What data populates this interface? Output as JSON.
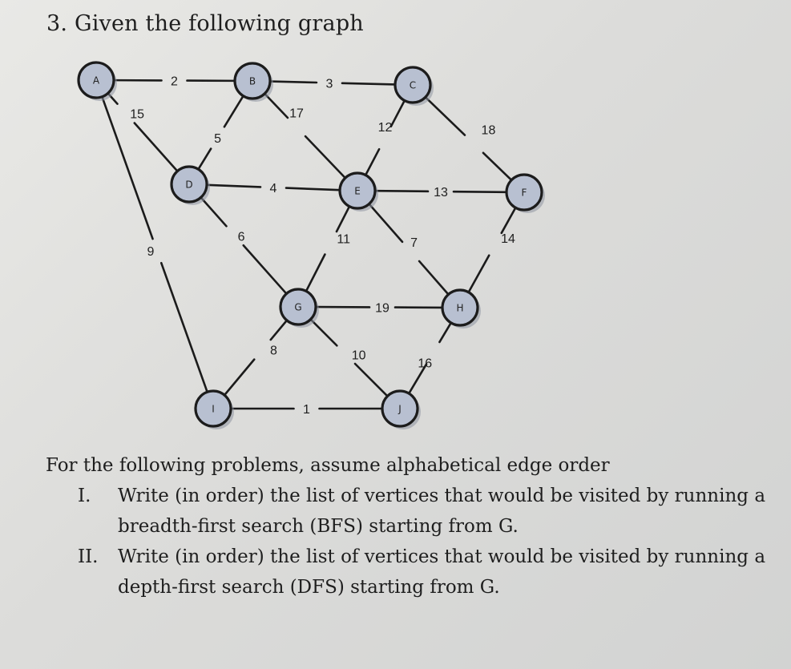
{
  "heading": "3. Given the following graph",
  "graph": {
    "nodes": [
      "A",
      "B",
      "C",
      "D",
      "E",
      "F",
      "G",
      "H",
      "I",
      "J"
    ],
    "edges": [
      {
        "from": "A",
        "to": "B",
        "weight": "2"
      },
      {
        "from": "B",
        "to": "C",
        "weight": "3"
      },
      {
        "from": "A",
        "to": "D",
        "weight": "15"
      },
      {
        "from": "A",
        "to": "I",
        "weight": "9"
      },
      {
        "from": "B",
        "to": "D",
        "weight": "5"
      },
      {
        "from": "B",
        "to": "E",
        "weight": "17"
      },
      {
        "from": "C",
        "to": "E",
        "weight": "12"
      },
      {
        "from": "C",
        "to": "F",
        "weight": "18"
      },
      {
        "from": "D",
        "to": "E",
        "weight": "4"
      },
      {
        "from": "E",
        "to": "F",
        "weight": "13"
      },
      {
        "from": "D",
        "to": "G",
        "weight": "6"
      },
      {
        "from": "E",
        "to": "G",
        "weight": "11"
      },
      {
        "from": "E",
        "to": "H",
        "weight": "7"
      },
      {
        "from": "F",
        "to": "H",
        "weight": "14"
      },
      {
        "from": "G",
        "to": "H",
        "weight": "19"
      },
      {
        "from": "G",
        "to": "I",
        "weight": "8"
      },
      {
        "from": "G",
        "to": "J",
        "weight": "10"
      },
      {
        "from": "H",
        "to": "J",
        "weight": "16"
      },
      {
        "from": "I",
        "to": "J",
        "weight": "1"
      }
    ]
  },
  "problems": {
    "intro": "For the following problems, assume alphabetical edge order",
    "items": [
      {
        "num": "I.",
        "line1": "Write (in order) the list of vertices that would be visited by running a",
        "line2": "breadth-first search (BFS) starting from G."
      },
      {
        "num": "II.",
        "line1": "Write (in order) the list of vertices that would be visited by running a",
        "line2": "depth-first search (DFS) starting from G."
      }
    ]
  }
}
